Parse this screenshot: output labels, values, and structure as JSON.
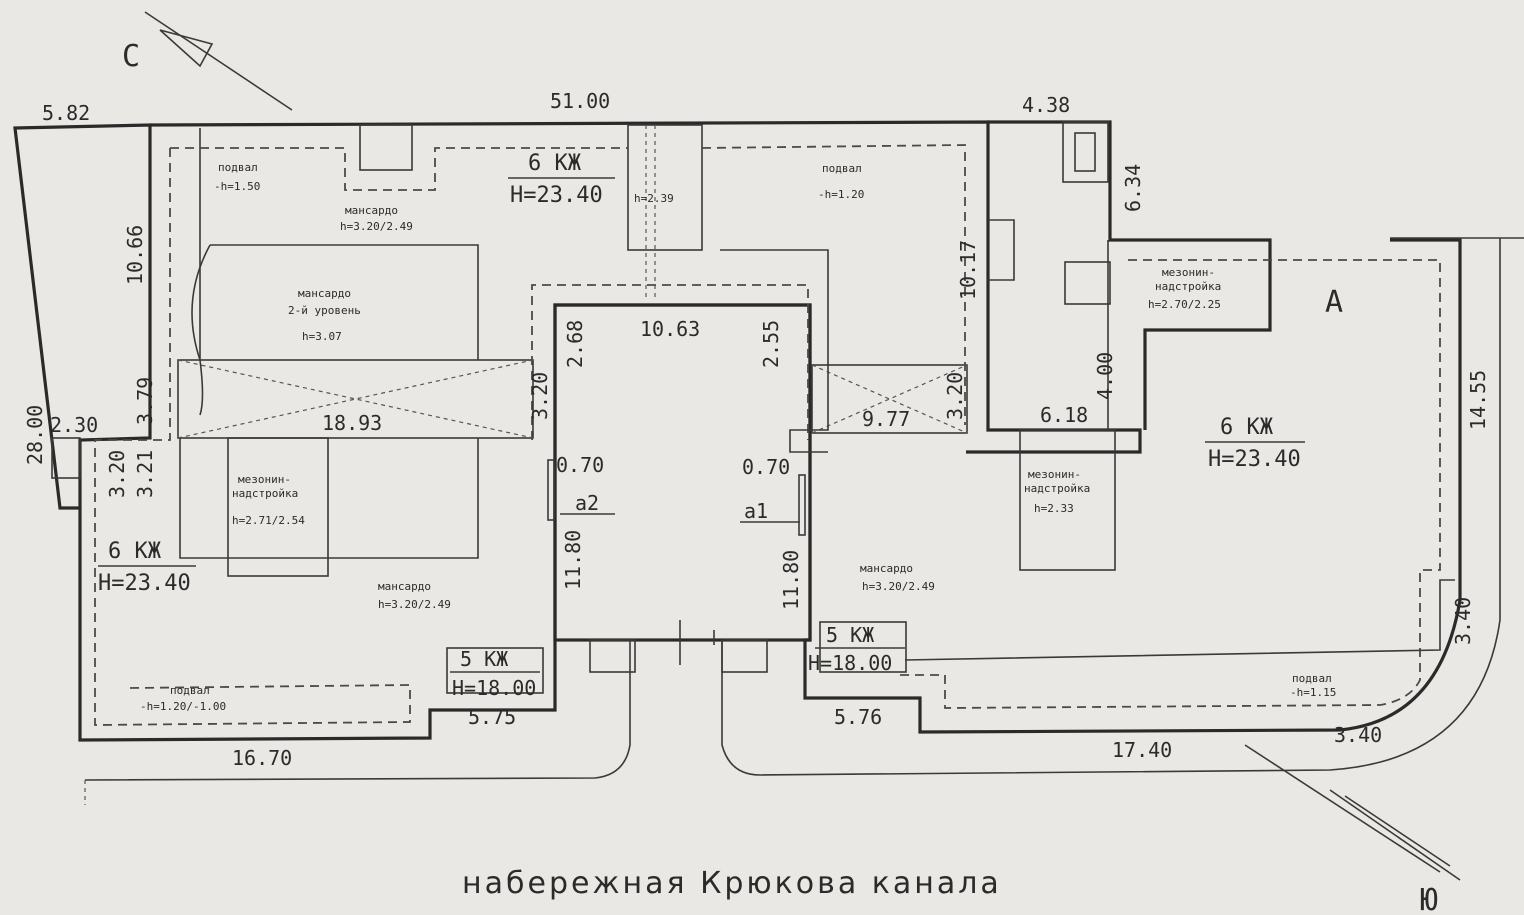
{
  "compass": {
    "north": "С",
    "south": "Ю"
  },
  "dimensions": {
    "top_total": "51.00",
    "top_left": "5.82",
    "top_right": "4.38",
    "left_height": "28.00",
    "left_10_66": "10.66",
    "left_3_79": "3.79",
    "left_2_30": "2.30",
    "left_3_20": "3.20",
    "left_3_21": "3.21",
    "right_14_55": "14.55",
    "right_6_34": "6.34",
    "right_3_40": "3.40",
    "mid_10_17": "10.17",
    "mid_4_00": "4.00",
    "mid_6_18": "6.18",
    "court_width": "10.63",
    "court_2_68": "2.68",
    "court_2_55": "2.55",
    "court_3_20_left": "3.20",
    "court_3_20_right": "3.20",
    "court_0_70_left": "0.70",
    "court_0_70_right": "0.70",
    "court_11_80_left": "11.80",
    "court_11_80_right": "11.80",
    "bridge_left": "18.93",
    "bridge_right": "9.77",
    "bottom_16_70": "16.70",
    "bottom_5_75": "5.75",
    "bottom_5_76": "5.76",
    "bottom_17_40": "17.40",
    "bottom_3_40": "3.40"
  },
  "marks": {
    "a1": "a1",
    "a2": "a2",
    "zone_a": "А"
  },
  "zones": [
    {
      "line1": "6 КЖ",
      "line2": "Н=23.40"
    },
    {
      "line1": "6 КЖ",
      "line2": "Н=23.40"
    },
    {
      "line1": "6 КЖ",
      "line2": "Н=23.40"
    },
    {
      "line1": "5 КЖ",
      "line2": "Н=18.00"
    },
    {
      "line1": "5 КЖ",
      "line2": "Н=18.00"
    }
  ],
  "rooms": {
    "podval_top_left": {
      "line1": "подвал",
      "line2": "-h=1.50"
    },
    "mansard_top": {
      "line1": "мансардо",
      "line2": "h=3.20/2.49"
    },
    "stair_top": {
      "line1": "",
      "line2": "h=2.39"
    },
    "podval_top_right": {
      "line1": "подвал",
      "line2": "-h=1.20"
    },
    "mansard_2nd": {
      "line1": "мансардо",
      "line2": "2-й уровень",
      "line3": "h=3.07"
    },
    "mezz_left": {
      "line1": "мезонин-",
      "line2": "надстройка",
      "line3": "h=2.71/2.54"
    },
    "mansard_left": {
      "line1": "мансардо",
      "line2": "h=3.20/2.49"
    },
    "podval_bottom_left": {
      "line1": "подвал",
      "line2": "-h=1.20/-1.00"
    },
    "mezz_top_right": {
      "line1": "мезонин-",
      "line2": "надстройка",
      "line3": "h=2.70/2.25"
    },
    "mezz_mid_right": {
      "line1": "мезонин-",
      "line2": "надстройка",
      "line3": "h=2.33"
    },
    "mansard_right": {
      "line1": "мансардо",
      "line2": "h=3.20/2.49"
    },
    "podval_bottom_right": {
      "line1": "подвал",
      "line2": "-h=1.15"
    }
  },
  "street": "набережная Крюкова канала"
}
